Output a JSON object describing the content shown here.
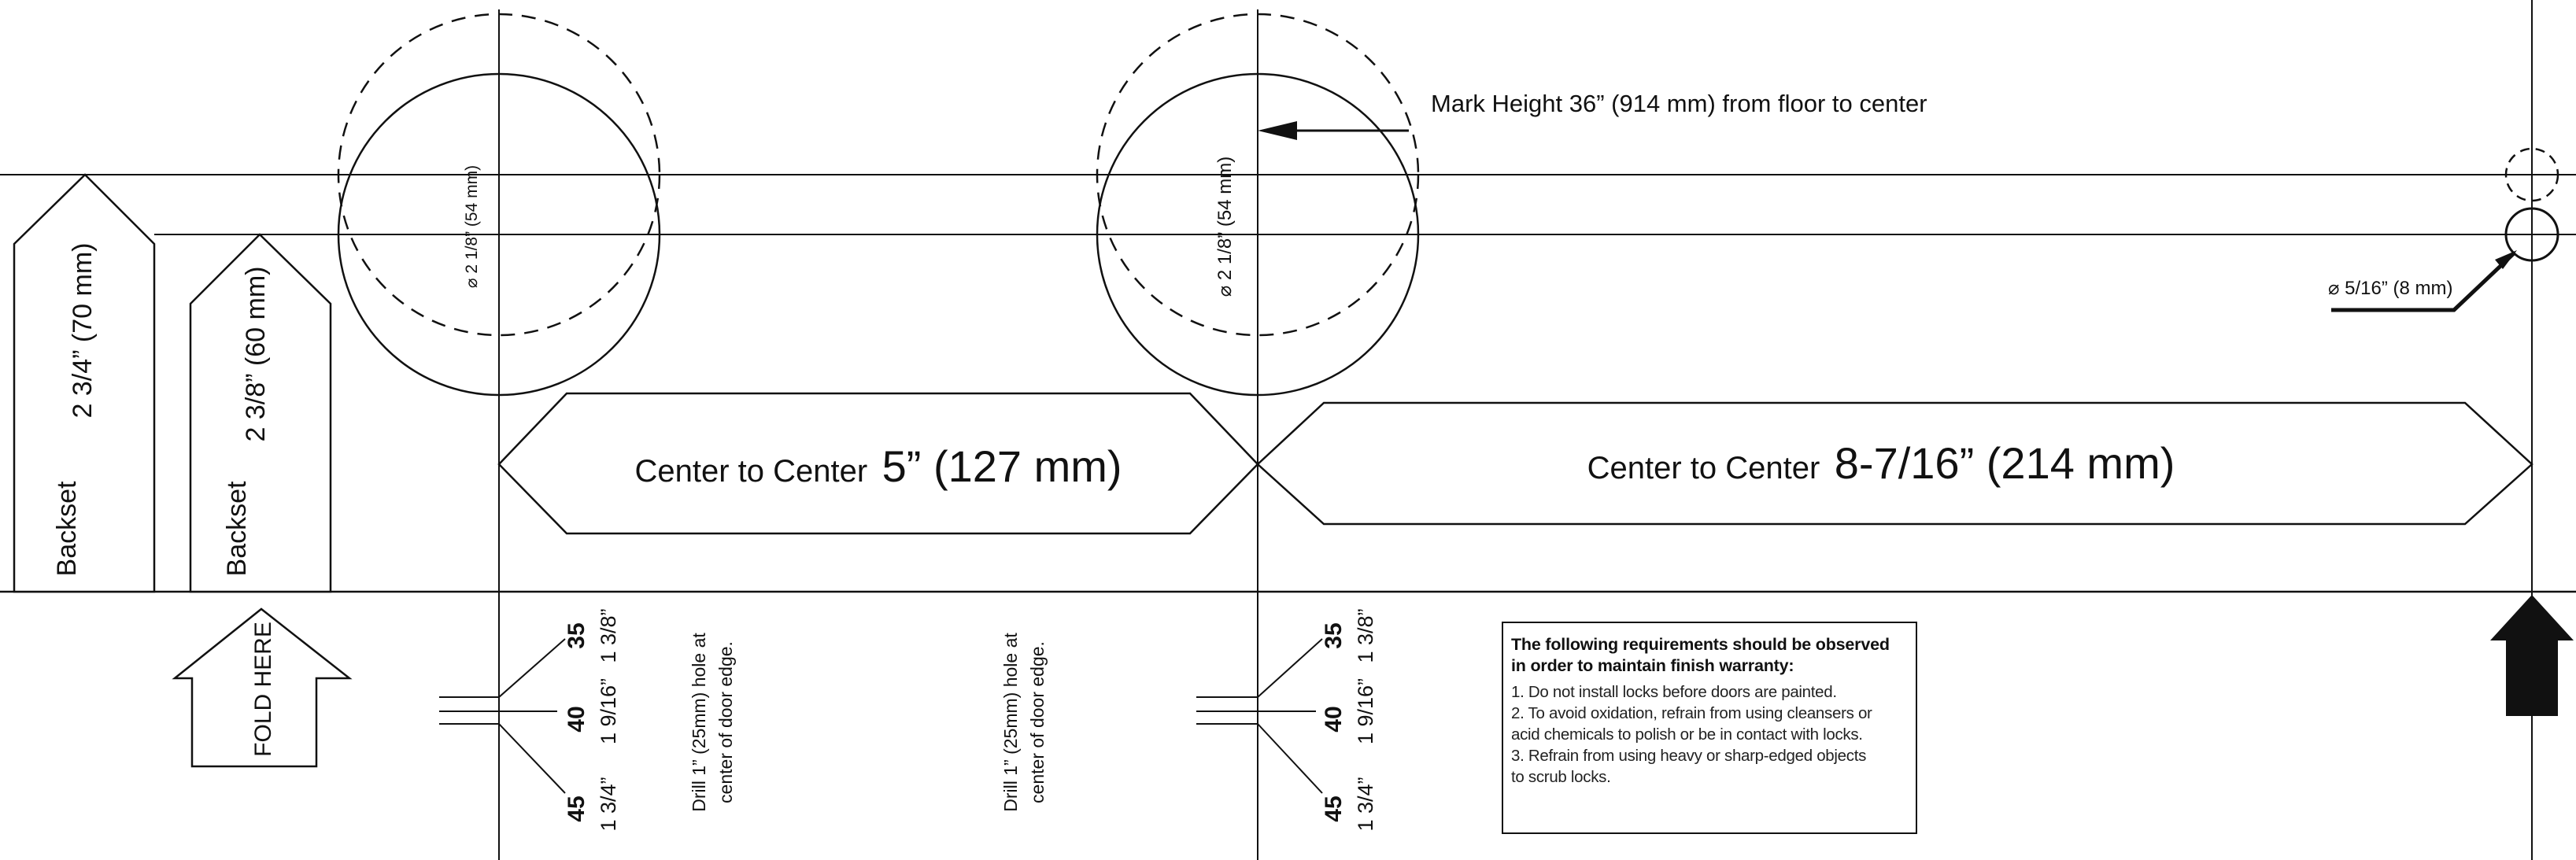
{
  "labels": {
    "mark_height": "Mark Height 36” (914 mm) from floor to center",
    "bore_left": "⌀ 2 1/8” (54 mm)",
    "bore_right": "⌀ 2 1/8” (54 mm)",
    "small_hole": "⌀ 5/16” (8 mm)",
    "backset_word_1": "Backset",
    "backset_value_1": "2 3/4” (70 mm)",
    "backset_word_2": "Backset",
    "backset_value_2": "2 3/8” (60 mm)",
    "fold_here": "FOLD HERE",
    "ctc1_prefix": "Center to Center",
    "ctc1_value": "5” (127 mm)",
    "ctc2_prefix": "Center to Center",
    "ctc2_value": "8-7/16” (214 mm)",
    "drill_1_line1": "Drill 1” (25mm) hole at",
    "drill_1_line2": "center of door edge.",
    "drill_2_line1": "Drill 1” (25mm) hole at",
    "drill_2_line2": "center of door edge."
  },
  "thickness_left": {
    "t35": "35",
    "f35": "1 3/8”",
    "t40": "40",
    "f40": "1 9/16”",
    "t45": "45",
    "f45": "1 3/4”"
  },
  "thickness_right": {
    "t35": "35",
    "f35": "1 3/8”",
    "t40": "40",
    "f40": "1 9/16”",
    "t45": "45",
    "f45": "1 3/4”"
  },
  "notes": {
    "title_line1": "The following requirements should be observed",
    "title_line2": "in order to maintain finish warranty:",
    "items": [
      "1. Do not install locks before doors are painted.",
      "2. To avoid oxidation, refrain from using cleansers or",
      "acid chemicals to polish or be in contact with locks.",
      "3. Refrain from using heavy or sharp-edged objects",
      "to scrub locks."
    ]
  },
  "colors": {
    "line": "#111111",
    "arrow_fill": "#111111",
    "background": "#ffffff"
  }
}
